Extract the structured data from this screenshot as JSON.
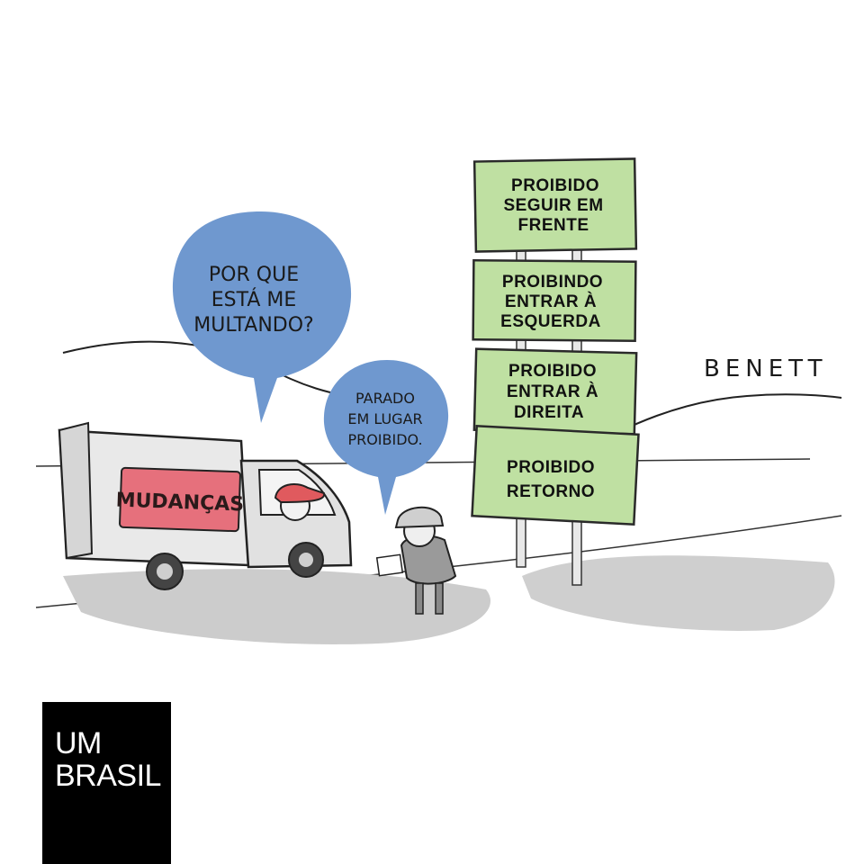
{
  "signs": [
    {
      "lines": [
        "PROIBIDO",
        "SEGUIR EM",
        "FRENTE"
      ]
    },
    {
      "lines": [
        "PROIBINDO",
        "ENTRAR À",
        "ESQUERDA"
      ]
    },
    {
      "lines": [
        "PROIBIDO",
        "ENTRAR À",
        "DIREITA"
      ]
    },
    {
      "lines": [
        "PROIBIDO",
        "RETORNO"
      ]
    }
  ],
  "bubbles": {
    "driver": {
      "lines": [
        "POR QUE",
        "ESTÁ ME",
        "MULTANDO?"
      ]
    },
    "officer": {
      "lines": [
        "PARADO",
        "EM LUGAR",
        "PROIBIDO."
      ]
    }
  },
  "truck": {
    "label": "MUDANÇAS"
  },
  "signature": "BENETT",
  "logo": {
    "line1": "UM",
    "line2": "BRASIL"
  },
  "colors": {
    "bubble": "#6f98cf",
    "sign": "#bfe0a2",
    "truck_panel": "#e6707c",
    "cap": "#e05a5e",
    "shadow": "#cccccc",
    "logo_bg": "#000000"
  }
}
